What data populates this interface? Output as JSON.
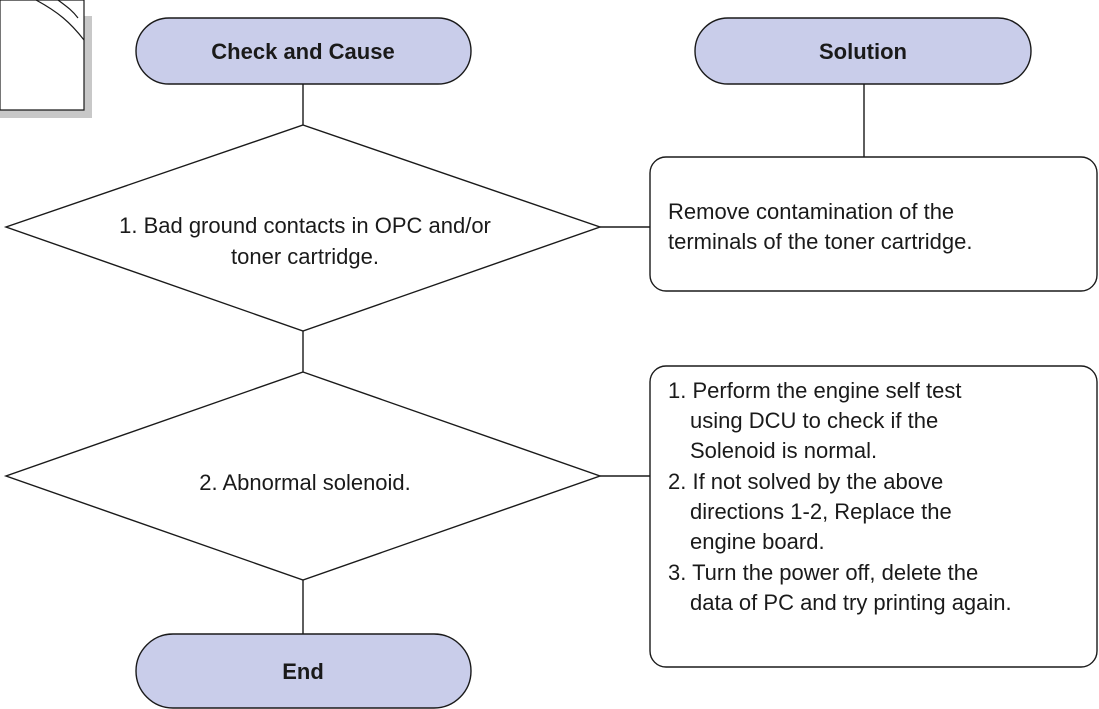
{
  "start_label": "Check and Cause",
  "solution_label": "Solution",
  "end_label": "End",
  "decision_1": {
    "line_1": "1. Bad ground contacts in OPC and/or",
    "line_2": "toner cartridge."
  },
  "decision_2": {
    "line_1": "2. Abnormal solenoid."
  },
  "solution_1": {
    "line_1": "Remove contamination of the",
    "line_2": "terminals of the toner cartridge."
  },
  "solution_2": {
    "lines": [
      "1. Perform the engine self test",
      "using DCU to check if the",
      "Solenoid is normal.",
      "2. If not solved by the above",
      "directions 1-2, Replace the",
      "engine board.",
      "3. Turn the power off, delete the",
      "data of PC and try printing again."
    ]
  },
  "colors": {
    "terminal_fill": "#c9cdea",
    "stroke": "#1a1a1a",
    "background": "#ffffff",
    "page_shadow": "#c8c8c8"
  }
}
